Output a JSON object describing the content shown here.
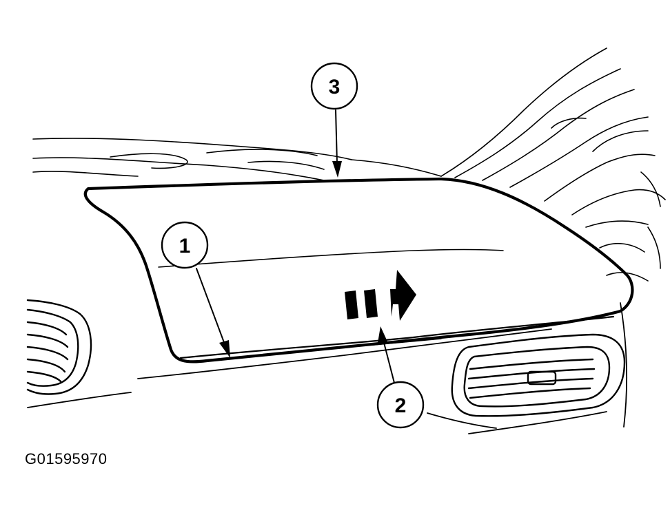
{
  "figure": {
    "code": "G01595970"
  },
  "callouts": [
    {
      "id": "callout-1",
      "label": "1"
    },
    {
      "id": "callout-2",
      "label": "2"
    },
    {
      "id": "callout-3",
      "label": "3"
    }
  ]
}
